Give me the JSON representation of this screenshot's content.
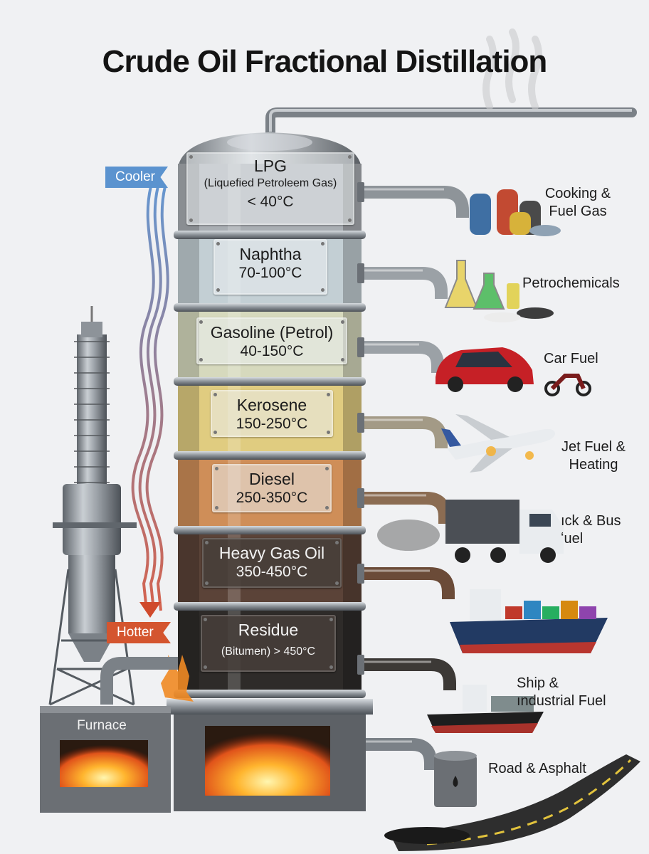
{
  "title": "Crude Oil Fractional Distillation",
  "indicators": {
    "cooler": "Cooler",
    "hotter": "Hotter"
  },
  "furnace": {
    "label": "Furnace"
  },
  "fractions": [
    {
      "name": "LPG",
      "detail": "(Liquefied Petroleem Gas)",
      "temp": "< 40°C",
      "color": "#a9aeb3",
      "use": [
        "Cooking &",
        "Fuel Gas"
      ],
      "use_icon": "gas-cylinders-icon"
    },
    {
      "name": "Naphtha",
      "temp": "70-100°C",
      "color": "#c3cfd4",
      "use": [
        "Petrochemicals"
      ],
      "use_icon": "lab-flasks-icon"
    },
    {
      "name": "Gasoline (Petrol)",
      "temp": "40-150°C",
      "color": "#d6d9bd",
      "use": [
        "Car Fuel"
      ],
      "use_icon": "car-motorcycle-icon"
    },
    {
      "name": "Kerosene",
      "temp": "150-250°C",
      "color": "#e0cc80",
      "use": [
        "Jet Fuel &",
        "Heating"
      ],
      "use_icon": "airplane-icon"
    },
    {
      "name": "Diesel",
      "temp": "250-350°C",
      "color": "#cf8e58",
      "use": [
        "ıck & Bus",
        "ʻuel"
      ],
      "use_icon": "truck-icon"
    },
    {
      "name": "Heavy Gas Oil",
      "temp": "350-450°C",
      "color": "#5b4338",
      "use": [],
      "use_icon": "cargo-ship-icon"
    },
    {
      "name": "Residue",
      "detail": "(Bitumen) > 450°C",
      "color": "#2e2b29",
      "use": [
        "Ship &",
        "ındustrial Fuel"
      ],
      "use_icon": "ship-icon"
    }
  ],
  "bottom_use": {
    "label": "Road & Asphalt",
    "icon": "road-barrel-icon"
  }
}
